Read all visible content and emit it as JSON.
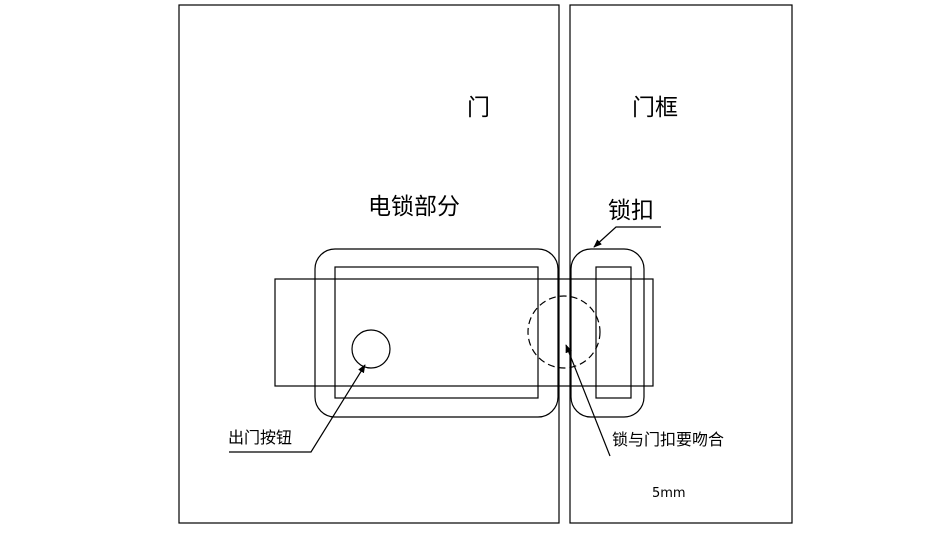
{
  "labels": {
    "door": "门",
    "door_frame": "门框",
    "electric_lock": "电锁部分",
    "lock_catch": "锁扣",
    "exit_button": "出门按钮",
    "lock_alignment_note": "锁与门扣要吻合",
    "gap": "5mm"
  }
}
